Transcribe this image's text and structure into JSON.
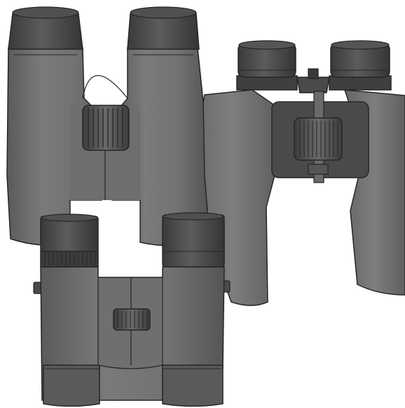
{
  "illustration": {
    "background": "#ffffff",
    "objects": [
      {
        "id": "binoculars-roof-prism-large",
        "icon": "binoculars-icon"
      },
      {
        "id": "binoculars-porro-prism",
        "icon": "binoculars-icon"
      },
      {
        "id": "binoculars-compact",
        "icon": "binoculars-icon"
      }
    ],
    "colors": {
      "body_light": "#7d7d7d",
      "body_mid": "#6b6b6b",
      "body_dark": "#4a4a4a",
      "body_darker": "#3a3a3a",
      "outline": "#262626"
    }
  }
}
